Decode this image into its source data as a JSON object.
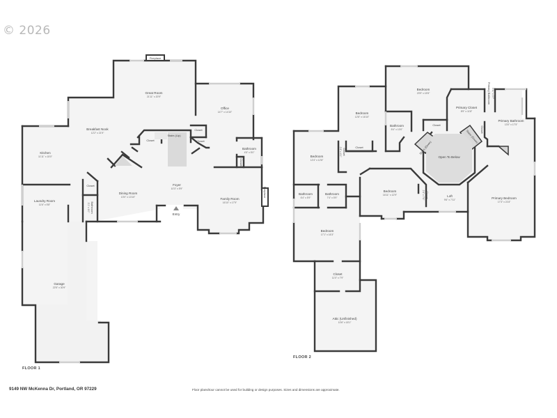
{
  "copyright": "© 2026",
  "address": "9149 NW McKenna Dr, Portland, OR 97229",
  "disclaimer": "Floor plans/tour cannot be used for building or design purposes. Sizes and dimensions are approximate.",
  "colors": {
    "wall": "#3a3a3a",
    "floor": "#f4f4f4",
    "hatch": "#d8d8d8",
    "window": "#cfcfcf"
  },
  "floor1": {
    "label": "FLOOR 1",
    "rooms": {
      "fireplace": {
        "name": "Fireplace"
      },
      "great_room": {
        "name": "Great Room",
        "dim": "21'11\" x 20'9\""
      },
      "office": {
        "name": "Office",
        "dim": "14'7\" x 14'10\""
      },
      "breakfast_nook": {
        "name": "Breakfast Nook",
        "dim": "12'2\" x 21'9\""
      },
      "kitchen": {
        "name": "Kitchen",
        "dim": "11'11\" x 15'0\""
      },
      "stairs_up": {
        "name": "Stairs (Up)"
      },
      "closet_a": {
        "name": "Closet"
      },
      "closet_b": {
        "name": "Closet"
      },
      "closet_c": {
        "name": "Closet"
      },
      "closet_d": {
        "name": "Closet"
      },
      "closet_e": {
        "name": "Closet"
      },
      "bathroom_1": {
        "name": "Bathroom",
        "dim": "4'5\" x 5'0\""
      },
      "bathroom_2": {
        "name": "Bathroom",
        "dim": "3'1\" x 6'0\""
      },
      "laundry_room": {
        "name": "Laundry Room",
        "dim": "11'6\" x 5'8\""
      },
      "dining_room": {
        "name": "Dining Room",
        "dim": "13'0\" x 13'10\""
      },
      "foyer": {
        "name": "Foyer",
        "dim": "10'3\" x 5'9\""
      },
      "family_room": {
        "name": "Family Room",
        "dim": "16'10\" x 17'9\""
      },
      "fireplace_2": {
        "name": "Fireplace"
      },
      "entry": {
        "name": "Entry"
      },
      "garage": {
        "name": "Garage",
        "dim": "22'5\" x 30'9\""
      }
    }
  },
  "floor2": {
    "label": "FLOOR 2",
    "rooms": {
      "bedroom_large": {
        "name": "Bedroom",
        "dim": "23'9\" x 15'5\""
      },
      "bedroom_upper": {
        "name": "Bedroom",
        "dim": "12'8\" x 16'10\""
      },
      "bathroom_upper": {
        "name": "Bathroom",
        "dim": "8'4\" x 10'0\""
      },
      "closet_1": {
        "name": "Closet"
      },
      "closet_2": {
        "name": "Closet"
      },
      "closet_3": {
        "name": "Closet",
        "dim": "2'4\" x 4'1\""
      },
      "primary_closet": {
        "name": "Primary Closet",
        "dim": "8'9\" x 11'8\""
      },
      "primary_bathroom_small": {
        "name": "Primary Bathroom",
        "dim": "3'11\" x 3'7\""
      },
      "primary_bathroom": {
        "name": "Primary Bathroom",
        "dim": "13'0\" x 17'5\""
      },
      "closet_vertical": {
        "name": "Closet"
      },
      "stairs_down_1": {
        "name": "Stairs (Down)"
      },
      "stairs_down_2": {
        "name": "Stairs (Down)"
      },
      "open_to_below": {
        "name": "Open To Below"
      },
      "bedroom_left": {
        "name": "Bedroom",
        "dim": "12'4\" x 12'8\""
      },
      "bathroom_a": {
        "name": "Bathroom",
        "dim": "6'4\" x 5'9\""
      },
      "bathroom_b": {
        "name": "Bathroom",
        "dim": "7'4\" x 5'9\""
      },
      "bedroom_mid": {
        "name": "Bedroom",
        "dim": "16'11\" x 12'9\""
      },
      "closet_mid": {
        "name": "Closet",
        "dim": "2'4\" x 7'6\""
      },
      "loft": {
        "name": "Loft",
        "dim": "9'6\" x 7'11\""
      },
      "primary_bedroom": {
        "name": "Primary Bedroom",
        "dim": "17'3\" x 21'8\""
      },
      "bedroom_lower": {
        "name": "Bedroom",
        "dim": "17'1\" x 16'3\""
      },
      "closet_lower": {
        "name": "Closet",
        "dim": "11'0\" x 7'9\""
      },
      "attic": {
        "name": "Attic (Unfinished)",
        "dim": "10'6\" x 18'1\""
      }
    }
  }
}
